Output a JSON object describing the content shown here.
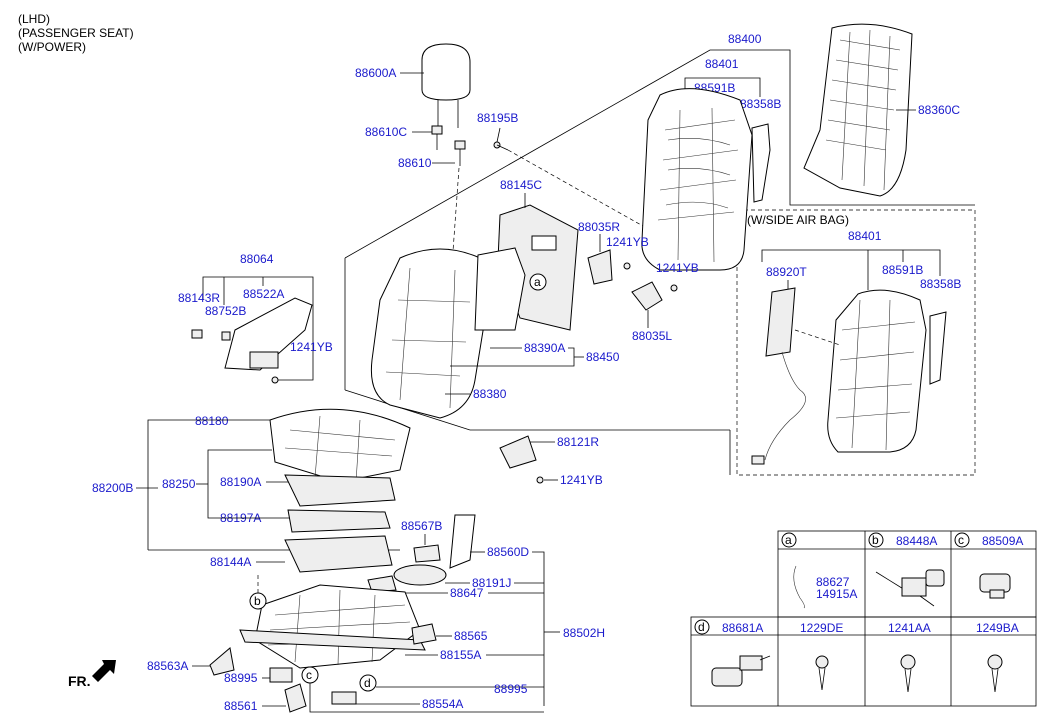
{
  "header": {
    "line1": "(LHD)",
    "line2": "(PASSENGER SEAT)",
    "line3": "(W/POWER)"
  },
  "fr_label": "FR.",
  "airbag_box_title": "(W/SIDE AIR BAG)",
  "labels": {
    "p88600A": "88600A",
    "p88610C": "88610C",
    "p88610": "88610",
    "p88195B": "88195B",
    "p88400": "88400",
    "p88401": "88401",
    "p88591B": "88591B",
    "p88358B": "88358B",
    "p88360C": "88360C",
    "p88145C": "88145C",
    "p88035R": "88035R",
    "p1241YB_a": "1241YB",
    "p1241YB_b": "1241YB",
    "p88035L": "88035L",
    "p88064": "88064",
    "p88143R": "88143R",
    "p88522A": "88522A",
    "p88752B": "88752B",
    "p1241YB_c": "1241YB",
    "p88390A": "88390A",
    "p88450": "88450",
    "p88380": "88380",
    "p88180": "88180",
    "p88121R": "88121R",
    "p1241YB_d": "1241YB",
    "p88200B": "88200B",
    "p88250": "88250",
    "p88190A": "88190A",
    "p88197A": "88197A",
    "p88567B": "88567B",
    "p88560D": "88560D",
    "p88144A": "88144A",
    "p88191J": "88191J",
    "p88647": "88647",
    "p88565": "88565",
    "p88502H": "88502H",
    "p88155A": "88155A",
    "p88563A": "88563A",
    "p88995_a": "88995",
    "p88995_b": "88995",
    "p88561": "88561",
    "p88554A": "88554A",
    "ab_88401": "88401",
    "ab_88920T": "88920T",
    "ab_88591B": "88591B",
    "ab_88358B": "88358B"
  },
  "callouts": {
    "a1": "a",
    "a2": "a",
    "b": "b",
    "c": "c",
    "d": "d"
  },
  "legend_table": {
    "row1": [
      {
        "letter": "a",
        "part": ""
      },
      {
        "letter": "b",
        "part": "88448A"
      },
      {
        "letter": "c",
        "part": "88509A"
      }
    ],
    "row1_sub": {
      "line1": "88627",
      "line2": "14915A"
    },
    "row2": [
      {
        "letter": "d",
        "part": "88681A"
      },
      {
        "letter": "",
        "part": "1229DE"
      },
      {
        "letter": "",
        "part": "1241AA"
      },
      {
        "letter": "",
        "part": "1249BA"
      }
    ]
  },
  "colors": {
    "label_blue": "#1a1acc",
    "line_black": "#000000"
  }
}
